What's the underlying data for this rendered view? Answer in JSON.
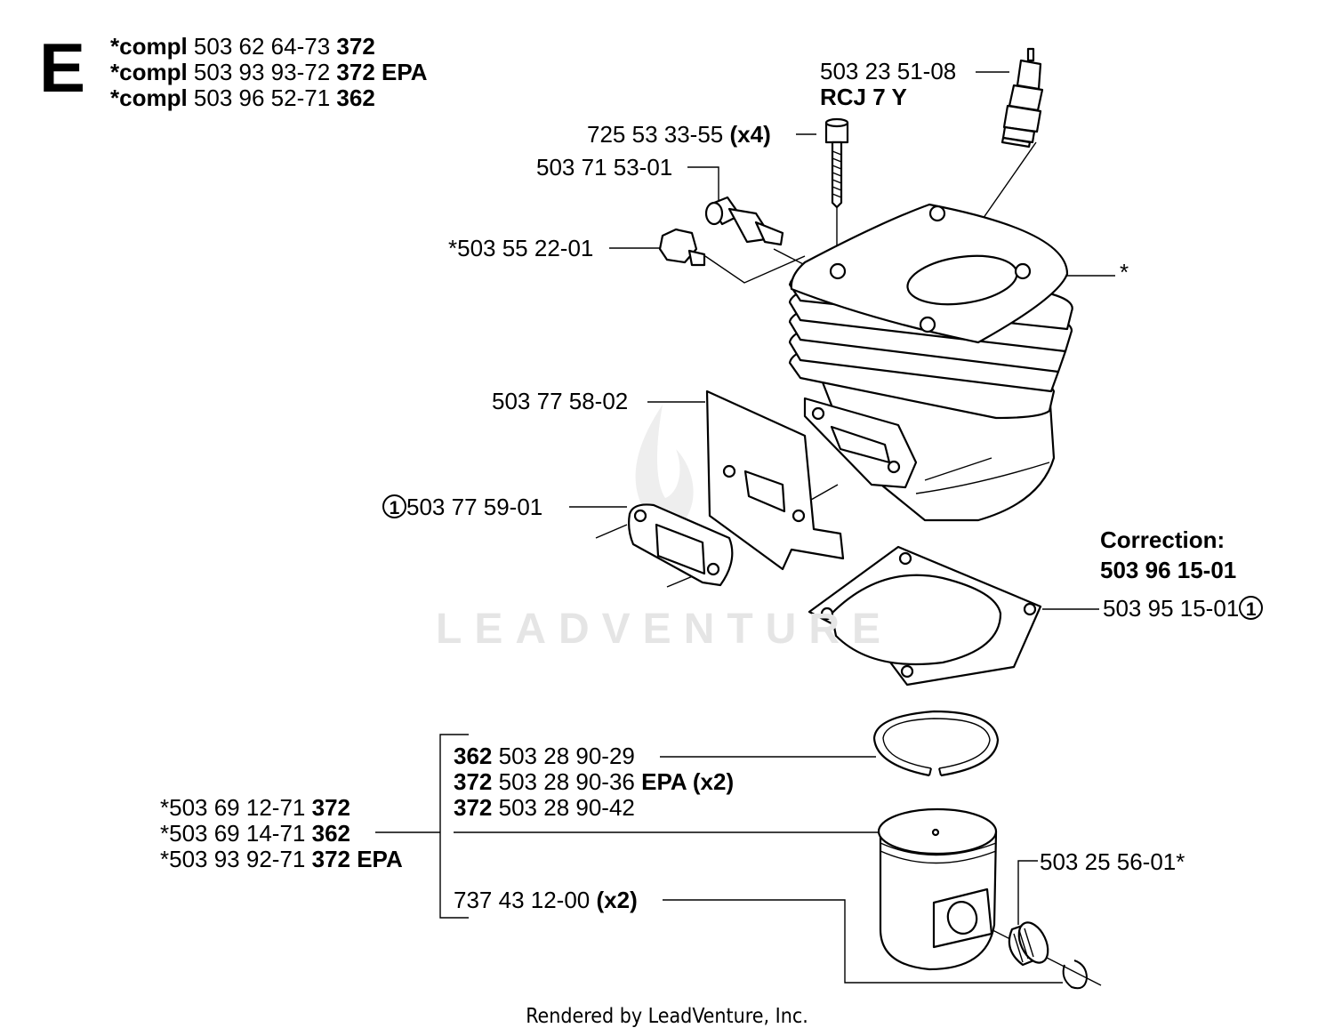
{
  "section": "E",
  "header": [
    {
      "prefix": "*compl",
      "part": "503 62 64-73",
      "model": "372"
    },
    {
      "prefix": "*compl",
      "part": "503 93 93-72",
      "model": "372 EPA"
    },
    {
      "prefix": "*compl",
      "part": "503 96 52-71",
      "model": "362"
    }
  ],
  "parts": {
    "spark_plug": {
      "number": "503 23 51-08",
      "spec": "RCJ 7 Y"
    },
    "screw": {
      "number": "725 53 33-55",
      "qty": "(x4)"
    },
    "valve": {
      "number": "503 71 53-01"
    },
    "plug_nut": {
      "number": "*503 55 22-01"
    },
    "cylinder": {
      "number": "*"
    },
    "plate": {
      "number": "503 77 58-02"
    },
    "muffler_gasket": {
      "ref": "1",
      "number": "503 77 59-01"
    },
    "correction": {
      "label": "Correction:",
      "number": "503 96 15-01"
    },
    "base_gasket": {
      "number": "503 95 15-01",
      "ref": "1"
    },
    "piston_ring": [
      {
        "model": "362",
        "number": "503 28 90-29",
        "suffix": ""
      },
      {
        "model": "372",
        "number": "503 28 90-36",
        "suffix": "EPA (x2)"
      },
      {
        "model": "372",
        "number": "503 28 90-42",
        "suffix": ""
      }
    ],
    "piston_kit": [
      {
        "number": "*503 69 12-71",
        "model": "372"
      },
      {
        "number": "*503 69 14-71",
        "model": "362"
      },
      {
        "number": "*503 93 92-71",
        "model": "372 EPA"
      }
    ],
    "circlip": {
      "number": "737 43 12-00",
      "qty": "(x2)"
    },
    "bearing": {
      "number": "503 25 56-01*"
    }
  },
  "watermark": "LEADVENTURE",
  "footer": "Rendered by LeadVenture, Inc."
}
